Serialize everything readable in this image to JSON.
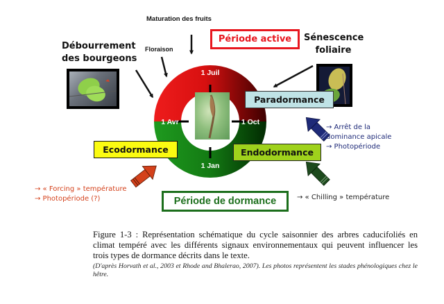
{
  "diagram": {
    "events": {
      "maturation": "Maturation des fruits",
      "floraison": "Floraison",
      "debourrement": "Débourrement des bourgeons",
      "senescence_line1": "Sénescence",
      "senescence_line2": "foliaire"
    },
    "debourrement_line1": "Débourrement",
    "debourrement_line2": "des bourgeons",
    "ring": {
      "top_label": "1 Juil",
      "left_label": "1 Avr",
      "right_label": "1 Oct",
      "bottom_label": "1 Jan",
      "active_color": "#e8171f",
      "active_dark_color": "#4a0000",
      "dormant_color": "#1f8a1f",
      "dormant_dark_color": "#033303"
    },
    "periods": {
      "active": "Période active",
      "dormant": "Période de dormance"
    },
    "dormancy_types": {
      "paradormance": "Paradormance",
      "ecodormance": "Ecodormance",
      "endodormance": "Endodormance"
    },
    "signals": {
      "eco_line1": "→ « Forcing »  température",
      "eco_line2": "→ Photopériode (?)",
      "para_line1": "→ Arrêt de la",
      "para_line2": "dominance apicale",
      "para_line3": "→ Photopériode",
      "endo_line1": "→ « Chilling » température"
    },
    "arrow_colors": {
      "eco": "#d4411b",
      "para": "#1e2a78",
      "endo": "#1d4a1d"
    },
    "photos": {
      "spring": "leaf-budburst-photo",
      "center": "bud-photo",
      "autumn": "senescent-leaves-photo"
    }
  },
  "caption": {
    "main": "Figure 1-3 : Représentation schématique du cycle saisonnier des arbres caducifoliés en climat tempéré avec les différents signaux environnementaux qui peuvent influencer les trois types de dormance décrits dans le texte.",
    "source": "(D'après Horvath et al., 2003 et Rhode and Bhalerao, 2007). Les photos représentent les stades phénologiques chez le hêtre."
  }
}
